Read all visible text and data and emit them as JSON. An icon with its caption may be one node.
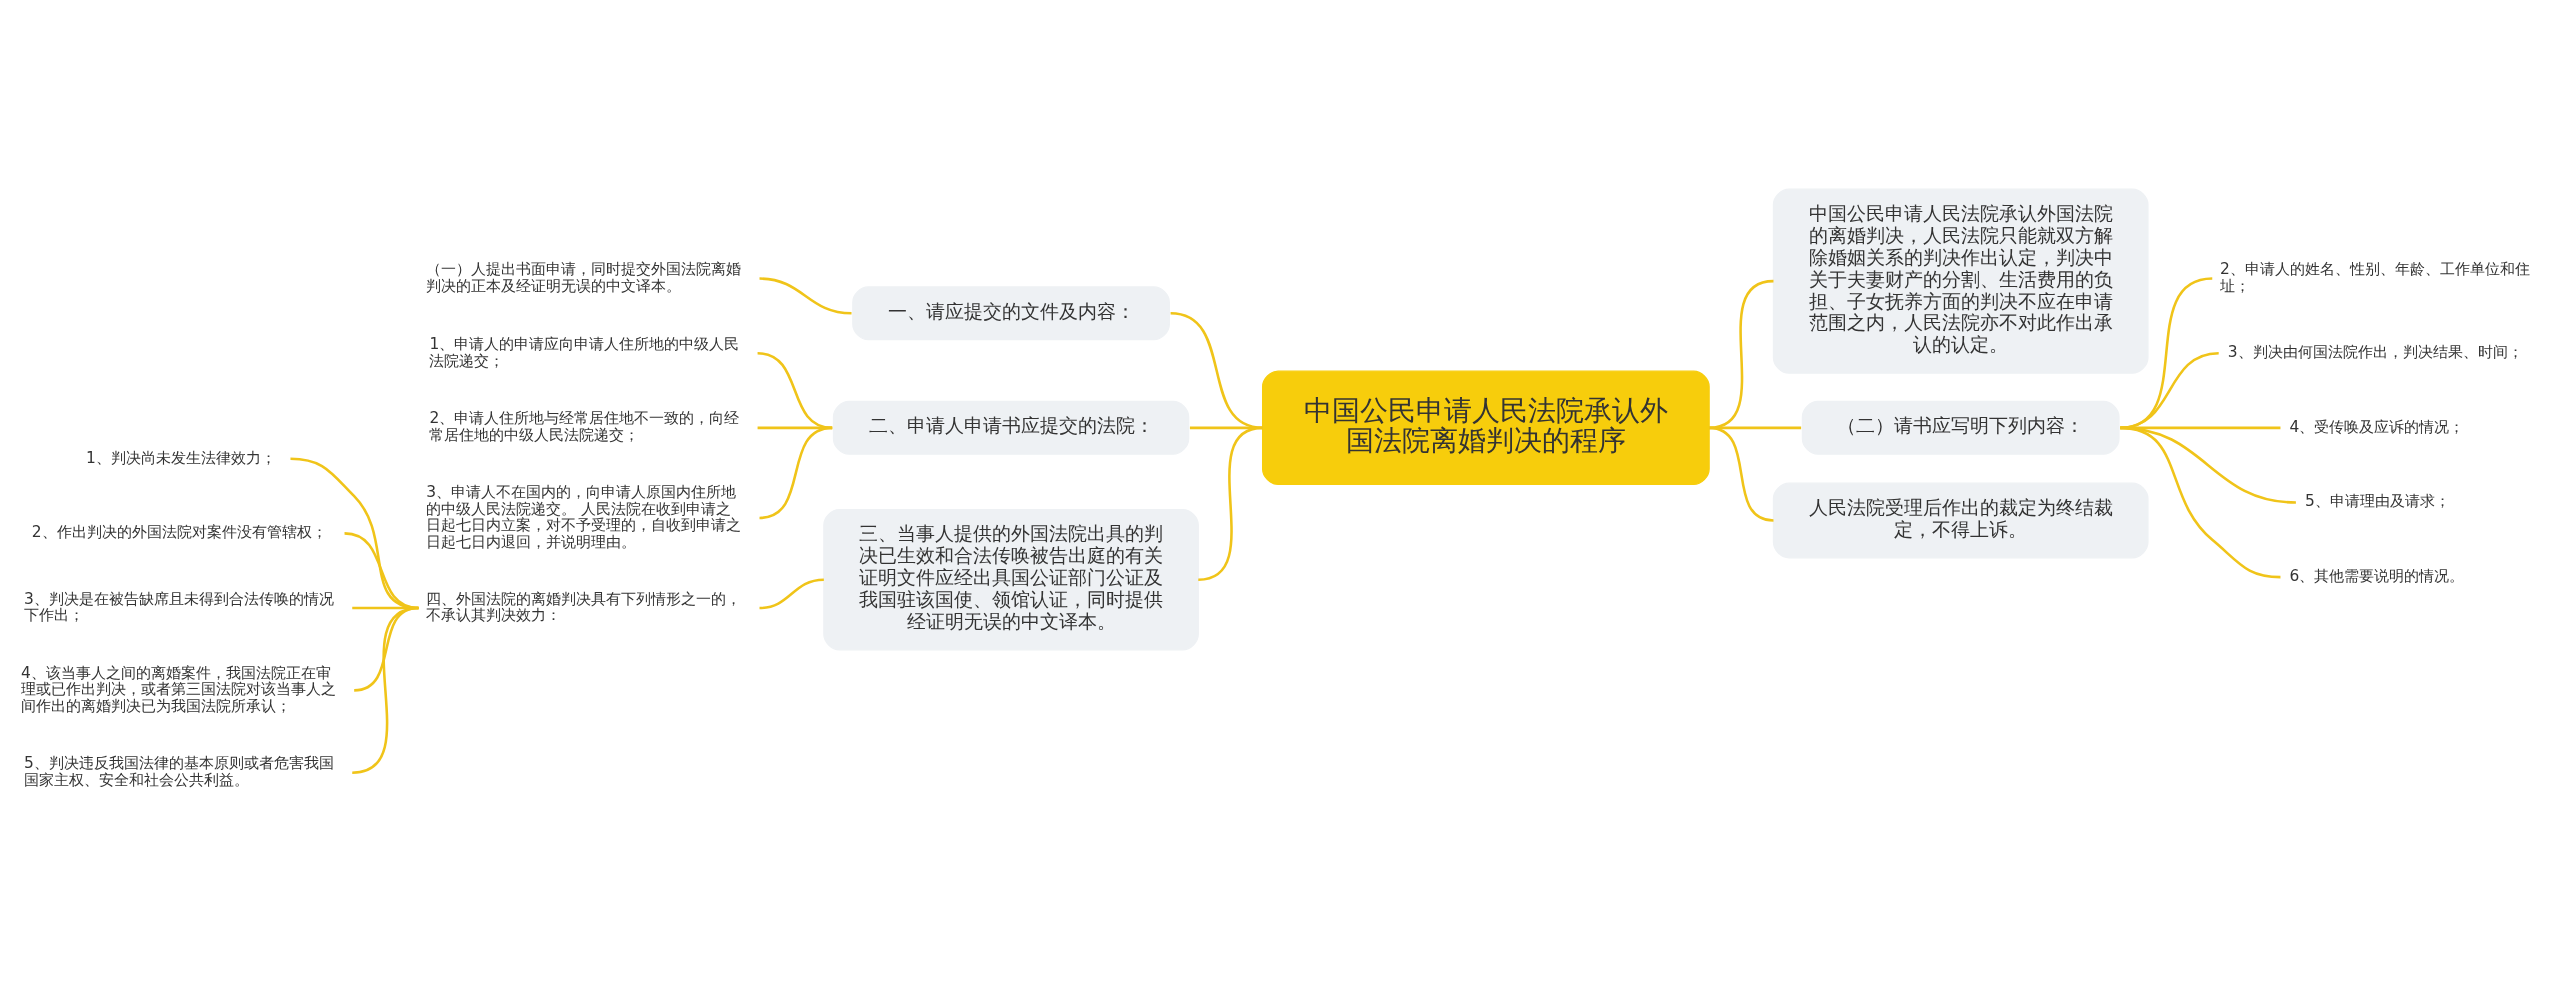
{
  "diagram": {
    "nodes": [
      {
        "text": [
          "中国公民申请人民法院承认外国法院离婚判决的程序"
        ]
      },
      {
        "text": [
          "一、请应提交的文件及内容："
        ]
      },
      {
        "text": [
          "（一）人提出书面申请，同时提交外国法院离婚判决的正本及经证明无误的中文译本。"
        ]
      },
      {
        "text": [
          "二、申请人申请书应提交的法院："
        ]
      },
      {
        "text": [
          "1、申请人的申请应向申请人住所地的中级人民法院递交；"
        ]
      },
      {
        "text": [
          "2、申请人住所地与经常居住地不一致的，向经常居住地的中级人民法院递交；"
        ]
      },
      {
        "text": [
          "3、申请人不在国内的，向申请人原国内住所地的中级人民法院递交。 人民法院在收到申请之日起七日内立案，对不予受理的，自收到申请之日起七日内退回，并说明理由。"
        ]
      },
      {
        "text": [
          "三、当事人提供的外国法院出具的判决已生效和合法传唤被告出庭的有关证明文件应经出具国公证部门公证及我国驻该国使、领馆认证，同时提供经证明无误的中文译本。"
        ]
      },
      {
        "text": [
          "四、外国法院的离婚判决具有下列情形之一的，不承认其判决效力："
        ]
      },
      {
        "text": [
          "1、判决尚未发生法律效力；"
        ]
      },
      {
        "text": [
          "2、作出判决的外国法院对案件没有管辖权；"
        ]
      },
      {
        "text": [
          "3、判决是在被告缺席且未得到合法传唤的情况下作出；"
        ]
      },
      {
        "text": [
          "4、该当事人之间的离婚案件，我国法院正在审理或已作出判决，或者第三国法院对该当事人之间作出的离婚判决已为我国法院所承认；"
        ]
      },
      {
        "text": [
          "5、判决违反我国法律的基本原则或者危害我国国家主权、安全和社会公共利益。"
        ]
      },
      {
        "text": [
          "中国公民申请人民法院承认外国法院的离婚判决，人民法院只能就双方解除婚姻关系的判决作出认定，判决中关于夫妻财产的分割、生活费用的负担、子女抚养方面的判决不应在申请范围之内，人民法院亦不对此作出承认的认定。"
        ]
      },
      {
        "text": [
          "（二）请书应写明下列内容："
        ]
      },
      {
        "text": [
          "2、申请人的姓名、性别、年龄、工作单位和住址；"
        ]
      },
      {
        "text": [
          "3、判决由何国法院作出，判决结果、时间；"
        ]
      },
      {
        "text": [
          "4、受传唤及应诉的情况；"
        ]
      },
      {
        "text": [
          "5、申请理由及请求；"
        ]
      },
      {
        "text": [
          "6、其他需要说明的情况。"
        ]
      },
      {
        "text": [
          "人民法院受理后作出的裁定为终结裁定，不得上诉。"
        ]
      }
    ],
    "edges": [
      {
        "from": 0,
        "to": 1,
        "arrow": "none"
      },
      {
        "from": 1,
        "to": 2,
        "arrow": "none"
      },
      {
        "from": 0,
        "to": 3,
        "arrow": "none"
      },
      {
        "from": 3,
        "to": 4,
        "arrow": "none"
      },
      {
        "from": 3,
        "to": 5,
        "arrow": "none"
      },
      {
        "from": 3,
        "to": 6,
        "arrow": "none"
      },
      {
        "from": 0,
        "to": 7,
        "arrow": "none"
      },
      {
        "from": 7,
        "to": 8,
        "arrow": "none"
      },
      {
        "from": 8,
        "to": 9,
        "arrow": "none"
      },
      {
        "from": 8,
        "to": 10,
        "arrow": "none"
      },
      {
        "from": 8,
        "to": 11,
        "arrow": "none"
      },
      {
        "from": 8,
        "to": 12,
        "arrow": "none"
      },
      {
        "from": 8,
        "to": 13,
        "arrow": "none"
      },
      {
        "from": 0,
        "to": 14,
        "arrow": "none"
      },
      {
        "from": 0,
        "to": 15,
        "arrow": "none"
      },
      {
        "from": 15,
        "to": 16,
        "arrow": "none"
      },
      {
        "from": 15,
        "to": 17,
        "arrow": "none"
      },
      {
        "from": 15,
        "to": 18,
        "arrow": "none"
      },
      {
        "from": 15,
        "to": 19,
        "arrow": "none"
      },
      {
        "from": 15,
        "to": 20,
        "arrow": "none"
      },
      {
        "from": 0,
        "to": 21,
        "arrow": "none"
      }
    ]
  }
}
